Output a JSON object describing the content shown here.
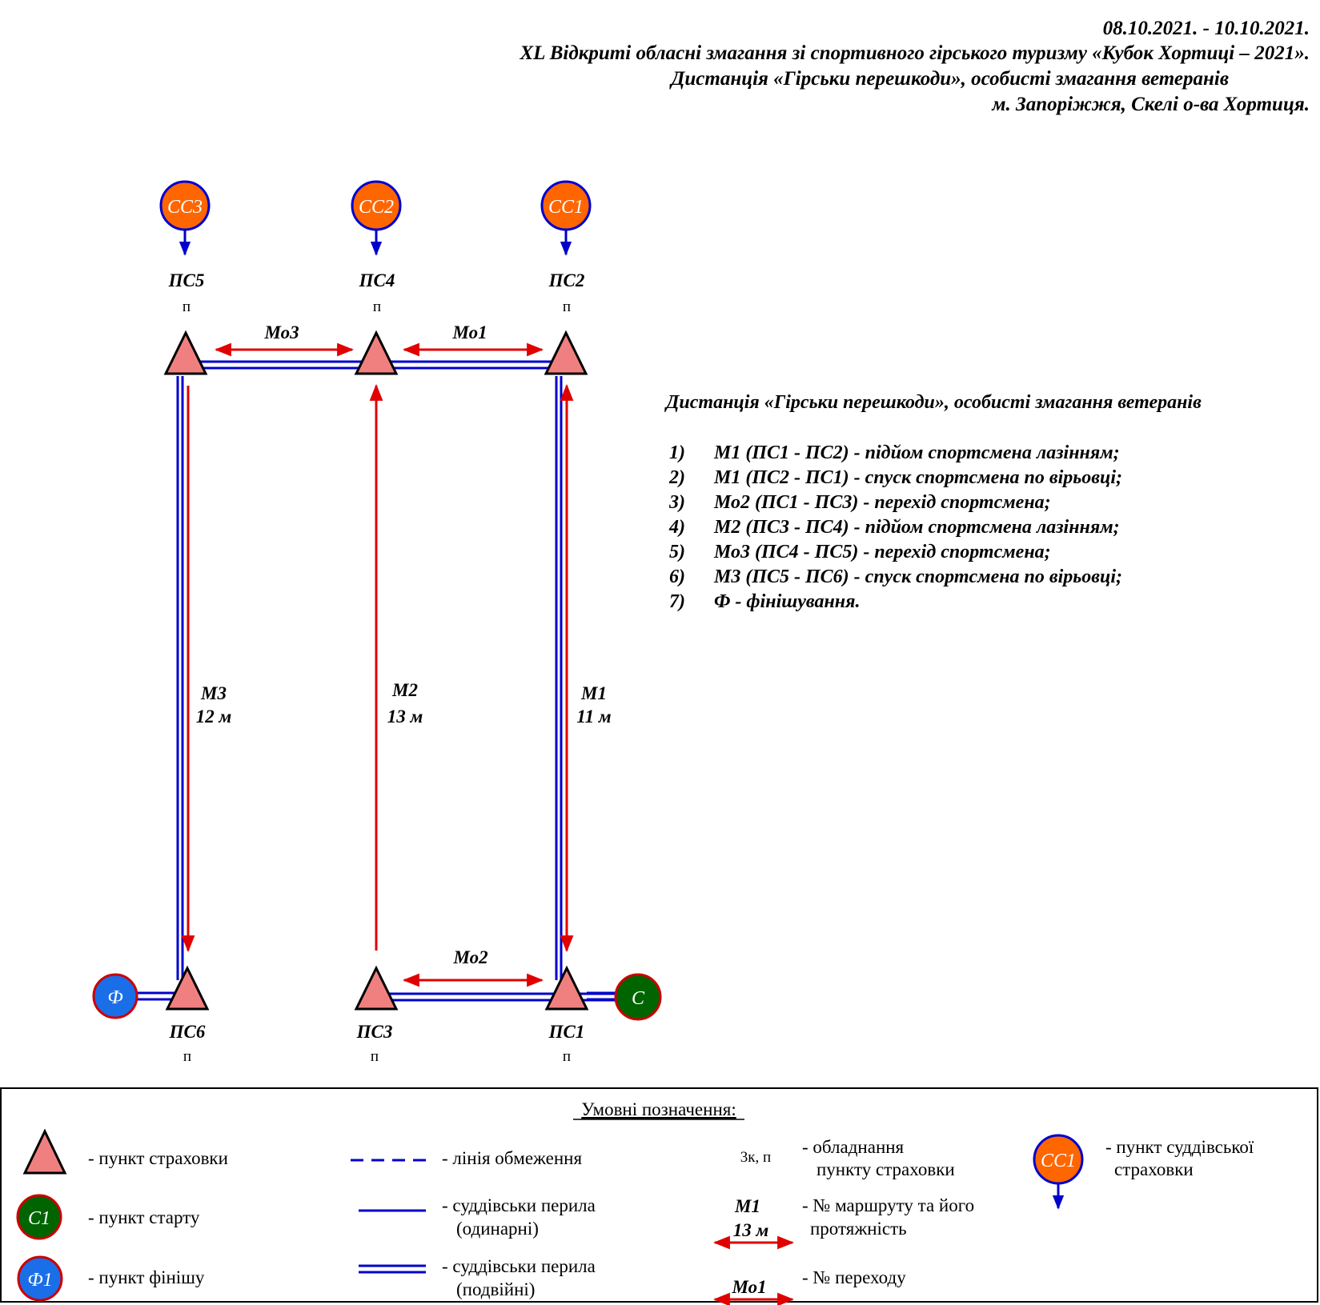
{
  "header": {
    "dates": "08.10.2021. - 10.10.2021.",
    "competition": "XL Відкриті обласні змагання зі спортивного гірського туризму «Кубок Хортиці – 2021».",
    "distance": "Дистанція «Гірськи перешкоди», особисті змагання ветеранів",
    "location": "м. Запоріжжя, Скелі о-ва Хортиця."
  },
  "judge_points": [
    {
      "label": "СС3"
    },
    {
      "label": "СС2"
    },
    {
      "label": "СС1"
    }
  ],
  "stations": {
    "ps5": {
      "name": "ПС5",
      "equip": "п"
    },
    "ps4": {
      "name": "ПС4",
      "equip": "п"
    },
    "ps2": {
      "name": "ПС2",
      "equip": "п"
    },
    "ps6": {
      "name": "ПС6",
      "equip": "п"
    },
    "ps3": {
      "name": "ПС3",
      "equip": "п"
    },
    "ps1": {
      "name": "ПС1",
      "equip": "п"
    }
  },
  "crossings": {
    "mo3": "Мо3",
    "mo1": "Мо1",
    "mo2": "Мо2"
  },
  "routes": {
    "m3": {
      "name": "М3",
      "length": "12 м"
    },
    "m2": {
      "name": "М2",
      "length": "13 м"
    },
    "m1": {
      "name": "М1",
      "length": "11 м"
    }
  },
  "finish_label": "Ф",
  "start_label": "С",
  "description": {
    "title": "Дистанція «Гірськи перешкоди», особисті змагання ветеранів",
    "items": [
      {
        "num": "1)",
        "text": "М1 (ПС1 - ПС2) - підйом спортсмена лазінням;"
      },
      {
        "num": "2)",
        "text": "М1 (ПС2 - ПС1) - спуск спортсмена по вірьовці;"
      },
      {
        "num": "3)",
        "text": "Мо2 (ПС1 - ПС3) - перехід спортсмена;"
      },
      {
        "num": "4)",
        "text": "М2 (ПС3 - ПС4) - підйом спортсмена лазінням;"
      },
      {
        "num": "5)",
        "text": "Мо3 (ПС4 - ПС5) - перехід спортсмена;"
      },
      {
        "num": "6)",
        "text": "М3 (ПС5 - ПС6) - спуск спортсмена по вірьовці;"
      },
      {
        "num": "7)",
        "text": "Ф - фінішування."
      }
    ]
  },
  "legend": {
    "title": "Умовні позначення:",
    "belay_point": "- пункт страховки",
    "start_symbol": "С1",
    "start_point": "- пункт старту",
    "finish_symbol": "Ф1",
    "finish_point": "- пункт фінішу",
    "restriction_line": "- лінія обмеження",
    "single_rail_1": "- суддівськи перила",
    "single_rail_2": "(одинарні)",
    "double_rail_1": "- суддівськи перила",
    "double_rail_2": "(подвійні)",
    "equip_sample": "3к, п",
    "equip_1": "- обладнання",
    "equip_2": "пункту страховки",
    "route_sample_name": "М1",
    "route_sample_length": "13 м",
    "route_1": "- № маршруту та його",
    "route_2": "протяжність",
    "crossing_sample": "Мо1",
    "crossing_label": "- № переходу",
    "judge_symbol": "СС1",
    "judge_1": "- пункт суддівської",
    "judge_2": "страховки"
  },
  "colors": {
    "rail_blue": "#0000cc",
    "arrow_red": "#e00000",
    "triangle_fill": "#f08080",
    "judge_orange": "#ff6600",
    "start_green": "#006400",
    "finish_blue": "#1a6ee8",
    "circle_border": "#cc0000"
  }
}
